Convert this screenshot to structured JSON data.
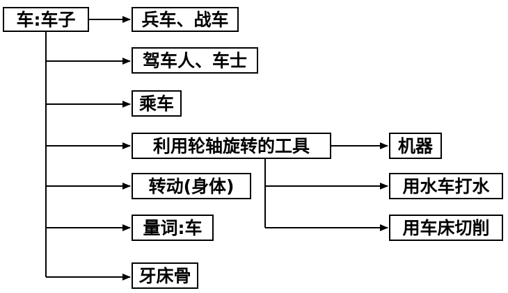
{
  "root": "车:车子",
  "branches": [
    "兵车、战车",
    "驾车人、车士",
    "乘车",
    "利用轮轴旋转的工具",
    "转动(身体)",
    "量词:车",
    "牙床骨"
  ],
  "tool_subbranches": [
    "机器",
    "用水车打水",
    "用车床切削"
  ]
}
